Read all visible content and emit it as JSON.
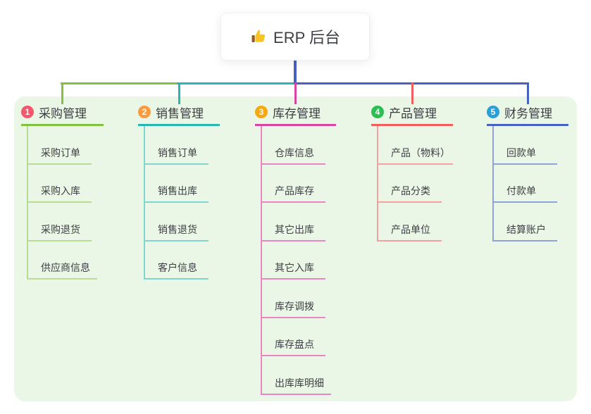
{
  "root": {
    "label": "ERP 后台",
    "icon": "thumbs-up"
  },
  "branches": [
    {
      "index": "1",
      "label": "采购管理",
      "color": "#84c044",
      "light_color": "#b9dc92",
      "badge_color": "#f4586c",
      "children": [
        "采购订单",
        "采购入库",
        "采购退货",
        "供应商信息"
      ]
    },
    {
      "index": "2",
      "label": "销售管理",
      "color": "#28b8b0",
      "light_color": "#7fd6d0",
      "badge_color": "#fa9c3c",
      "children": [
        "销售订单",
        "销售出库",
        "销售退货",
        "客户信息"
      ]
    },
    {
      "index": "3",
      "label": "库存管理",
      "color": "#d844a3",
      "light_color": "#ea86c3",
      "badge_color": "#f6a90f",
      "children": [
        "仓库信息",
        "产品库存",
        "其它出库",
        "其它入库",
        "库存调拨",
        "库存盘点",
        "出库库明细"
      ]
    },
    {
      "index": "4",
      "label": "产品管理",
      "color": "#f25e5e",
      "light_color": "#f6a0a0",
      "badge_color": "#2cbd53",
      "children": [
        "产品（物料）",
        "产品分类",
        "产品单位"
      ]
    },
    {
      "index": "5",
      "label": "财务管理",
      "color": "#4663c1",
      "light_color": "#8fa3da",
      "badge_color": "#29a0d8",
      "children": [
        "回款单",
        "付款单",
        "结算账户"
      ]
    }
  ],
  "colors": {
    "connector_blue": "#4a5fc3",
    "panel_background": "#ebf7e6",
    "root_card_background": "#ffffff",
    "text": "#3c3d42",
    "thumb_icon_yellow": "#f7c325",
    "thumb_icon_brown": "#8c5f2a"
  }
}
